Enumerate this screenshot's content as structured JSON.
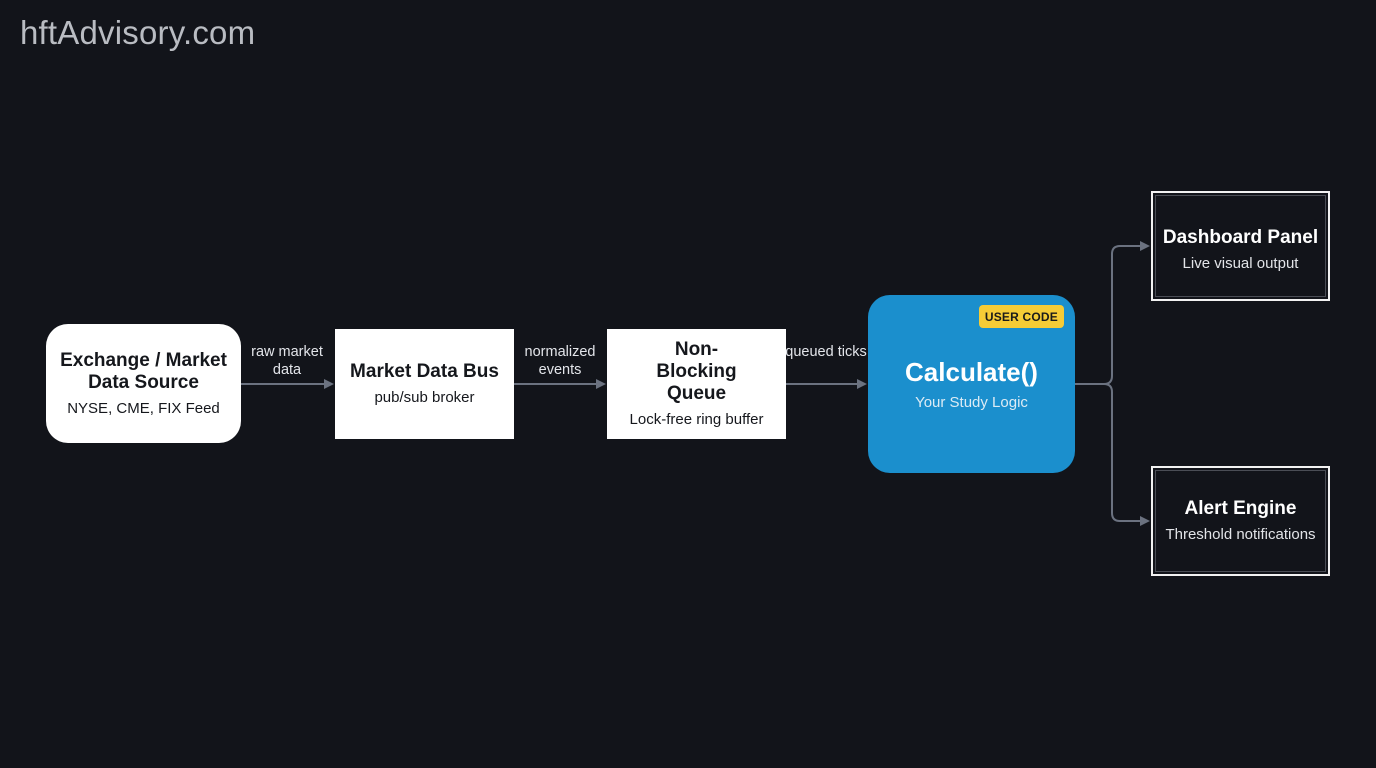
{
  "watermark": "hftAdvisory.com",
  "colors": {
    "background": "#12141a",
    "node_white": "#ffffff",
    "node_accent": "#1b8fcd",
    "badge": "#f6cc36",
    "connector": "#6b7280"
  },
  "nodes": {
    "source": {
      "title": "Exchange / Market Data Source",
      "sub": "NYSE, CME, FIX Feed"
    },
    "bus": {
      "title": "Market Data Bus",
      "sub": "pub/sub broker"
    },
    "queue": {
      "title": "Non-Blocking Queue",
      "sub": "Lock-free ring buffer"
    },
    "calc": {
      "title": "Calculate()",
      "sub": "Your Study Logic",
      "badge": "USER CODE"
    },
    "dashboard": {
      "title": "Dashboard Panel",
      "sub": "Live visual output"
    },
    "alert": {
      "title": "Alert Engine",
      "sub": "Threshold notifications"
    }
  },
  "edges": [
    {
      "from": "source",
      "to": "bus",
      "label": "raw market data"
    },
    {
      "from": "bus",
      "to": "queue",
      "label": "normalized events"
    },
    {
      "from": "queue",
      "to": "calc",
      "label": "queued ticks"
    },
    {
      "from": "calc",
      "to": "dashboard",
      "label": ""
    },
    {
      "from": "calc",
      "to": "alert",
      "label": ""
    }
  ]
}
